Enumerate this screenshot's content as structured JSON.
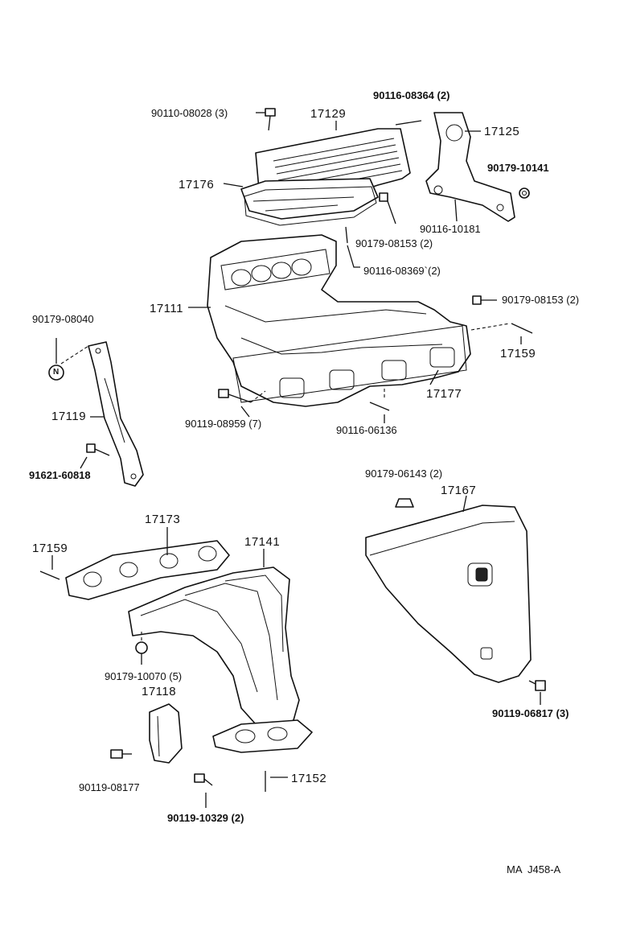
{
  "labels": {
    "p90110_08028": "90110-08028 (3)",
    "p17129": "17129",
    "p90116_08364": "90116-08364 (2)",
    "p17125": "17125",
    "p90179_10141": "90179-10141",
    "p17176": "17176",
    "p90116_10181": "90116-10181",
    "p90179_08153a": "90179-08153 (2)",
    "p90116_08369": "90116-08369`(2)",
    "p17111": "17111",
    "p90179_08153b": "90179-08153 (2)",
    "p90179_08040": "90179-08040",
    "p17159a": "17159",
    "p17177": "17177",
    "p17119": "17119",
    "p90119_08959": "90119-08959 (7)",
    "p90116_06136": "90116-06136",
    "p91621_60818": "91621-60818",
    "p90179_06143": "90179-06143 (2)",
    "p17167": "17167",
    "p17173": "17173",
    "p17159b": "17159",
    "p17141": "17141",
    "p90179_10070": "90179-10070 (5)",
    "p17118": "17118",
    "p90119_06817": "90119-06817 (3)",
    "p90119_08177": "90119-08177",
    "p17152": "17152",
    "p90119_10329": "90119-10329 (2)",
    "drawing_code": "MA  J458-A",
    "nut_mark": "N"
  }
}
